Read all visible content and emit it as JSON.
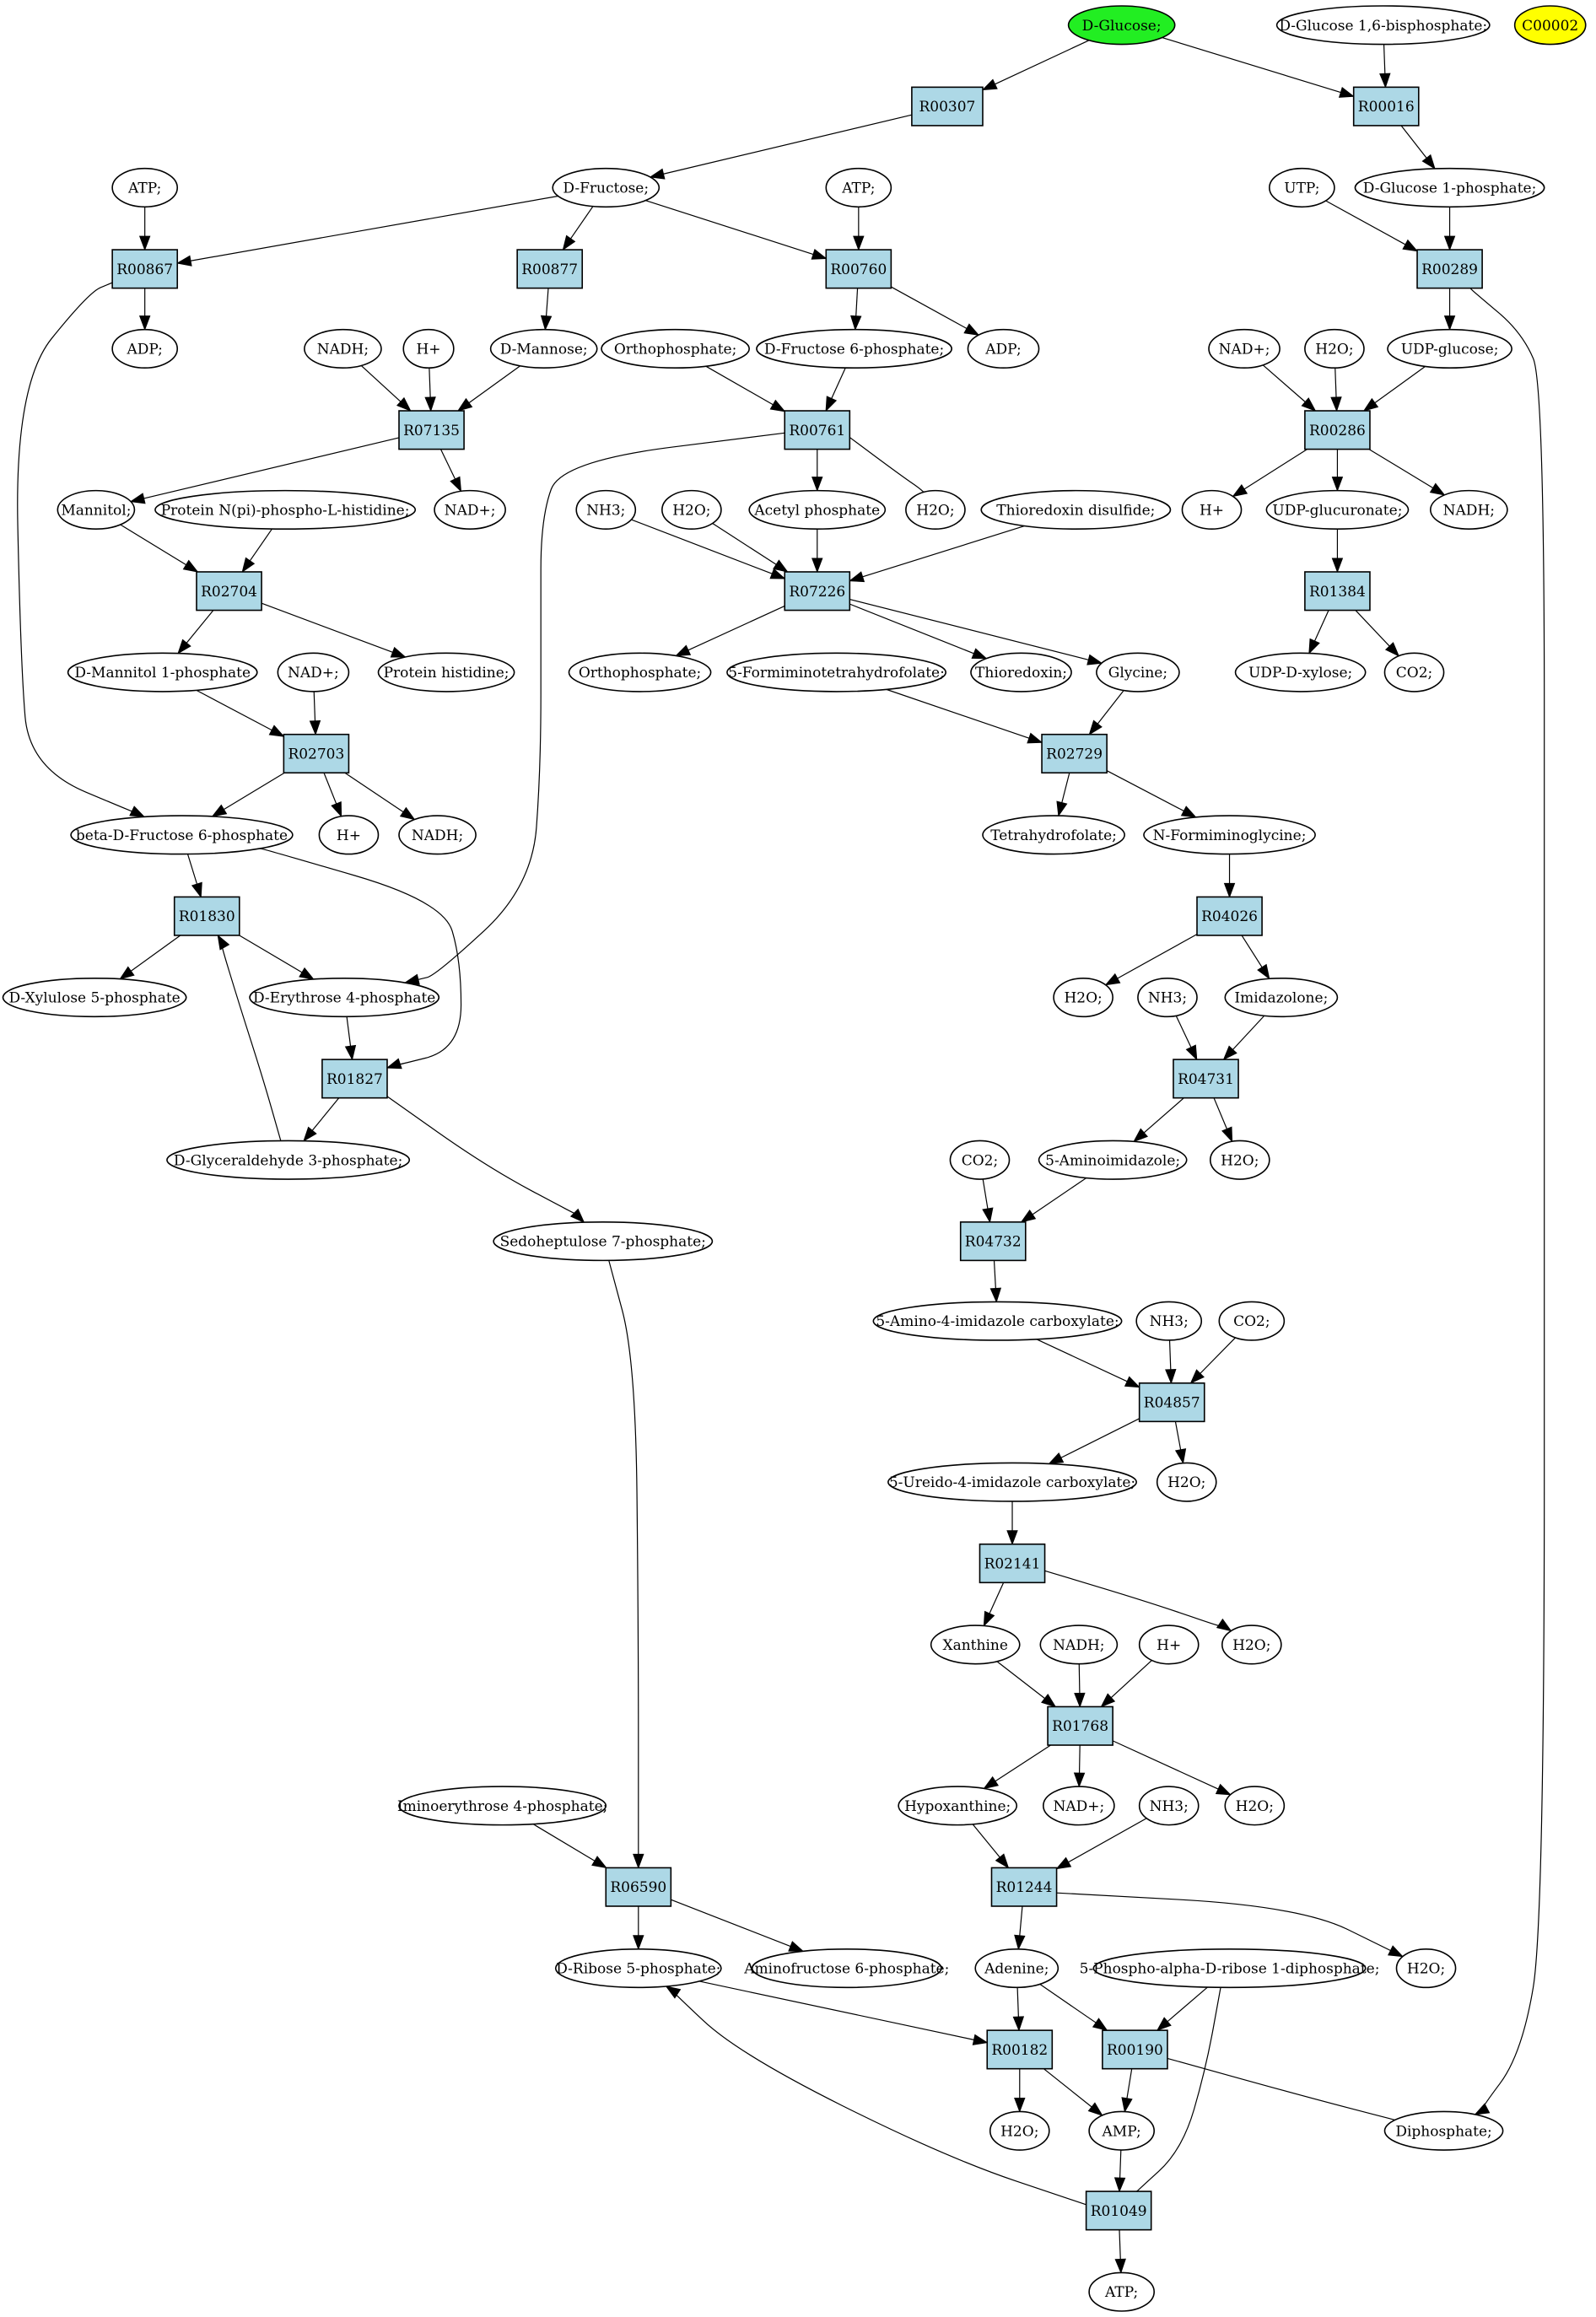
{
  "metabolites": [
    {
      "id": "glucose",
      "label": "D-Glucose;",
      "style": "start"
    },
    {
      "id": "g16bp",
      "label": "D-Glucose 1,6-bisphosphate;"
    },
    {
      "id": "c00002",
      "label": "C00002",
      "style": "highlight"
    },
    {
      "id": "fructose",
      "label": "D-Fructose;"
    },
    {
      "id": "atp1",
      "label": "ATP;"
    },
    {
      "id": "atp2",
      "label": "ATP;"
    },
    {
      "id": "utp",
      "label": "UTP;"
    },
    {
      "id": "g1p",
      "label": "D-Glucose 1-phosphate;"
    },
    {
      "id": "adp1",
      "label": "ADP;"
    },
    {
      "id": "nadh1",
      "label": "NADH;"
    },
    {
      "id": "h1",
      "label": "H+"
    },
    {
      "id": "mannose",
      "label": "D-Mannose;"
    },
    {
      "id": "orthop1",
      "label": "Orthophosphate;"
    },
    {
      "id": "f6p",
      "label": "D-Fructose 6-phosphate;"
    },
    {
      "id": "adp2",
      "label": "ADP;"
    },
    {
      "id": "nad1",
      "label": "NAD+;"
    },
    {
      "id": "h2o1",
      "label": "H2O;"
    },
    {
      "id": "udpglc",
      "label": "UDP-glucose;"
    },
    {
      "id": "mannitol",
      "label": "Mannitol;"
    },
    {
      "id": "protnph",
      "label": "Protein N(pi)-phospho-L-histidine;"
    },
    {
      "id": "nad2",
      "label": "NAD+;"
    },
    {
      "id": "nh3a",
      "label": "NH3;"
    },
    {
      "id": "h2o2",
      "label": "H2O;"
    },
    {
      "id": "acetylp",
      "label": "Acetyl phosphate"
    },
    {
      "id": "h2o3",
      "label": "H2O;"
    },
    {
      "id": "trxss",
      "label": "Thioredoxin disulfide;"
    },
    {
      "id": "h2",
      "label": "H+"
    },
    {
      "id": "udpglcu",
      "label": "UDP-glucuronate;"
    },
    {
      "id": "nadh2",
      "label": "NADH;"
    },
    {
      "id": "m1p",
      "label": "D-Mannitol 1-phosphate"
    },
    {
      "id": "nad3",
      "label": "NAD+;"
    },
    {
      "id": "prothis",
      "label": "Protein histidine;"
    },
    {
      "id": "orthop2",
      "label": "Orthophosphate;"
    },
    {
      "id": "fthf",
      "label": "5-Formiminotetrahydrofolate;"
    },
    {
      "id": "trx",
      "label": "Thioredoxin;"
    },
    {
      "id": "glycine",
      "label": "Glycine;"
    },
    {
      "id": "udpxyl",
      "label": "UDP-D-xylose;"
    },
    {
      "id": "co2a",
      "label": "CO2;"
    },
    {
      "id": "bf6p",
      "label": "beta-D-Fructose 6-phosphate"
    },
    {
      "id": "h3",
      "label": "H+"
    },
    {
      "id": "nadh3",
      "label": "NADH;"
    },
    {
      "id": "thf",
      "label": "Tetrahydrofolate;"
    },
    {
      "id": "nfgly",
      "label": "N-Formiminoglycine;"
    },
    {
      "id": "x5p",
      "label": "D-Xylulose 5-phosphate"
    },
    {
      "id": "e4p",
      "label": "D-Erythrose 4-phosphate"
    },
    {
      "id": "h2o4",
      "label": "H2O;"
    },
    {
      "id": "nh3b",
      "label": "NH3;"
    },
    {
      "id": "imidaz",
      "label": "Imidazolone;"
    },
    {
      "id": "gap",
      "label": "D-Glyceraldehyde 3-phosphate;"
    },
    {
      "id": "co2b",
      "label": "CO2;"
    },
    {
      "id": "aminoim",
      "label": "5-Aminoimidazole;"
    },
    {
      "id": "h2o5",
      "label": "H2O;"
    },
    {
      "id": "s7p",
      "label": "Sedoheptulose 7-phosphate;"
    },
    {
      "id": "aica",
      "label": "5-Amino-4-imidazole carboxylate;"
    },
    {
      "id": "nh3c",
      "label": "NH3;"
    },
    {
      "id": "co2c",
      "label": "CO2;"
    },
    {
      "id": "ureido",
      "label": "5-Ureido-4-imidazole carboxylate;"
    },
    {
      "id": "h2o6",
      "label": "H2O;"
    },
    {
      "id": "xanthine",
      "label": "Xanthine"
    },
    {
      "id": "nadh4",
      "label": "NADH;"
    },
    {
      "id": "h4",
      "label": "H+"
    },
    {
      "id": "h2o7",
      "label": "H2O;"
    },
    {
      "id": "imino",
      "label": "Iminoerythrose 4-phosphate;"
    },
    {
      "id": "hypox",
      "label": "Hypoxanthine;"
    },
    {
      "id": "nad4",
      "label": "NAD+;"
    },
    {
      "id": "nh3d",
      "label": "NH3;"
    },
    {
      "id": "h2o8",
      "label": "H2O;"
    },
    {
      "id": "r5p",
      "label": "D-Ribose 5-phosphate;"
    },
    {
      "id": "af6p",
      "label": "Aminofructose 6-phosphate;"
    },
    {
      "id": "adenine",
      "label": "Adenine;"
    },
    {
      "id": "prpp",
      "label": "5-Phospho-alpha-D-ribose 1-diphosphate;"
    },
    {
      "id": "h2o9",
      "label": "H2O;"
    },
    {
      "id": "h2o10",
      "label": "H2O;"
    },
    {
      "id": "amp",
      "label": "AMP;"
    },
    {
      "id": "diphos",
      "label": "Diphosphate;"
    },
    {
      "id": "atp3",
      "label": "ATP;"
    }
  ],
  "reactions": [
    {
      "id": "R00307",
      "label": "R00307"
    },
    {
      "id": "R00016",
      "label": "R00016"
    },
    {
      "id": "R00867",
      "label": "R00867"
    },
    {
      "id": "R00877",
      "label": "R00877"
    },
    {
      "id": "R00760",
      "label": "R00760"
    },
    {
      "id": "R00289",
      "label": "R00289"
    },
    {
      "id": "R07135",
      "label": "R07135"
    },
    {
      "id": "R00761",
      "label": "R00761"
    },
    {
      "id": "R00286",
      "label": "R00286"
    },
    {
      "id": "R07226",
      "label": "R07226"
    },
    {
      "id": "R02704",
      "label": "R02704"
    },
    {
      "id": "R01384",
      "label": "R01384"
    },
    {
      "id": "R02703",
      "label": "R02703"
    },
    {
      "id": "R02729",
      "label": "R02729"
    },
    {
      "id": "R01830",
      "label": "R01830"
    },
    {
      "id": "R04026",
      "label": "R04026"
    },
    {
      "id": "R01827",
      "label": "R01827"
    },
    {
      "id": "R04731",
      "label": "R04731"
    },
    {
      "id": "R04732",
      "label": "R04732"
    },
    {
      "id": "R04857",
      "label": "R04857"
    },
    {
      "id": "R02141",
      "label": "R02141"
    },
    {
      "id": "R01768",
      "label": "R01768"
    },
    {
      "id": "R06590",
      "label": "R06590"
    },
    {
      "id": "R01244",
      "label": "R01244"
    },
    {
      "id": "R00182",
      "label": "R00182"
    },
    {
      "id": "R00190",
      "label": "R00190"
    },
    {
      "id": "R01049",
      "label": "R01049"
    }
  ],
  "edges": [
    [
      "glucose",
      "R00307"
    ],
    [
      "glucose",
      "R00016"
    ],
    [
      "g16bp",
      "R00016"
    ],
    [
      "R00307",
      "fructose"
    ],
    [
      "R00016",
      "g1p"
    ],
    [
      "atp1",
      "R00867"
    ],
    [
      "fructose",
      "R00867"
    ],
    [
      "fructose",
      "R00877"
    ],
    [
      "fructose",
      "R00760"
    ],
    [
      "atp2",
      "R00760"
    ],
    [
      "utp",
      "R00289"
    ],
    [
      "g1p",
      "R00289"
    ],
    [
      "R00867",
      "adp1"
    ],
    [
      "R00867",
      "bf6p"
    ],
    [
      "R00877",
      "mannose"
    ],
    [
      "R00760",
      "f6p"
    ],
    [
      "R00760",
      "adp2"
    ],
    [
      "R00289",
      "udpglc"
    ],
    [
      "R00289",
      "diphos"
    ],
    [
      "nadh1",
      "R07135"
    ],
    [
      "h1",
      "R07135"
    ],
    [
      "mannose",
      "R07135"
    ],
    [
      "orthop1",
      "R00761"
    ],
    [
      "f6p",
      "R00761"
    ],
    [
      "nad1",
      "R00286"
    ],
    [
      "h2o1",
      "R00286"
    ],
    [
      "udpglc",
      "R00286"
    ],
    [
      "R07135",
      "mannitol"
    ],
    [
      "R07135",
      "nad2"
    ],
    [
      "R00761",
      "acetylp"
    ],
    [
      "R00761",
      "h2o3"
    ],
    [
      "R00761",
      "e4p"
    ],
    [
      "R00286",
      "h2"
    ],
    [
      "R00286",
      "udpglcu"
    ],
    [
      "R00286",
      "nadh2"
    ],
    [
      "mannitol",
      "R02704"
    ],
    [
      "protnph",
      "R02704"
    ],
    [
      "nh3a",
      "R07226"
    ],
    [
      "h2o2",
      "R07226"
    ],
    [
      "acetylp",
      "R07226"
    ],
    [
      "trxss",
      "R07226"
    ],
    [
      "udpglcu",
      "R01384"
    ],
    [
      "R02704",
      "m1p"
    ],
    [
      "R02704",
      "prothis"
    ],
    [
      "R07226",
      "orthop2"
    ],
    [
      "R07226",
      "trx"
    ],
    [
      "R07226",
      "glycine"
    ],
    [
      "R01384",
      "udpxyl"
    ],
    [
      "R01384",
      "co2a"
    ],
    [
      "m1p",
      "R02703"
    ],
    [
      "nad3",
      "R02703"
    ],
    [
      "fthf",
      "R02729"
    ],
    [
      "glycine",
      "R02729"
    ],
    [
      "R02703",
      "bf6p"
    ],
    [
      "R02703",
      "h3"
    ],
    [
      "R02703",
      "nadh3"
    ],
    [
      "R02729",
      "thf"
    ],
    [
      "R02729",
      "nfgly"
    ],
    [
      "bf6p",
      "R01830"
    ],
    [
      "bf6p",
      "R01827"
    ],
    [
      "nfgly",
      "R04026"
    ],
    [
      "R01830",
      "x5p"
    ],
    [
      "R01830",
      "e4p"
    ],
    [
      "R04026",
      "h2o4"
    ],
    [
      "R04026",
      "imidaz"
    ],
    [
      "e4p",
      "R01827"
    ],
    [
      "gap",
      "R01830"
    ],
    [
      "nh3b",
      "R04731"
    ],
    [
      "imidaz",
      "R04731"
    ],
    [
      "R01827",
      "gap"
    ],
    [
      "R01827",
      "s7p"
    ],
    [
      "R04731",
      "aminoim"
    ],
    [
      "R04731",
      "h2o5"
    ],
    [
      "co2b",
      "R04732"
    ],
    [
      "aminoim",
      "R04732"
    ],
    [
      "R04732",
      "aica"
    ],
    [
      "aica",
      "R04857"
    ],
    [
      "nh3c",
      "R04857"
    ],
    [
      "co2c",
      "R04857"
    ],
    [
      "R04857",
      "ureido"
    ],
    [
      "R04857",
      "h2o6"
    ],
    [
      "ureido",
      "R02141"
    ],
    [
      "R02141",
      "xanthine"
    ],
    [
      "R02141",
      "h2o7"
    ],
    [
      "xanthine",
      "R01768"
    ],
    [
      "nadh4",
      "R01768"
    ],
    [
      "h4",
      "R01768"
    ],
    [
      "R01768",
      "hypox"
    ],
    [
      "R01768",
      "nad4"
    ],
    [
      "R01768",
      "h2o8"
    ],
    [
      "imino",
      "R06590"
    ],
    [
      "s7p",
      "R06590"
    ],
    [
      "hypox",
      "R01244"
    ],
    [
      "nh3d",
      "R01244"
    ],
    [
      "R06590",
      "r5p"
    ],
    [
      "R06590",
      "af6p"
    ],
    [
      "R01244",
      "adenine"
    ],
    [
      "R01244",
      "h2o9"
    ],
    [
      "r5p",
      "R00182"
    ],
    [
      "adenine",
      "R00182"
    ],
    [
      "adenine",
      "R00190"
    ],
    [
      "prpp",
      "R00190"
    ],
    [
      "prpp",
      "R01049"
    ],
    [
      "R00182",
      "h2o10"
    ],
    [
      "R00182",
      "amp"
    ],
    [
      "R00190",
      "amp"
    ],
    [
      "R00190",
      "diphos"
    ],
    [
      "amp",
      "R01049"
    ],
    [
      "R01049",
      "atp3"
    ],
    [
      "R01049",
      "r5p"
    ]
  ]
}
